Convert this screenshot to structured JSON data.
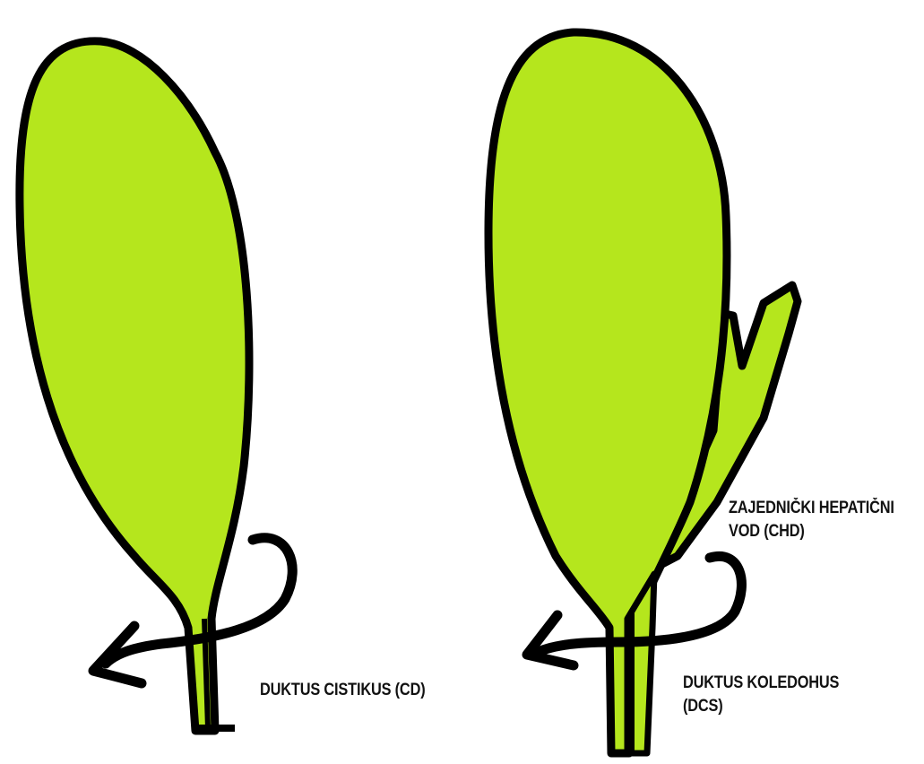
{
  "labels": {
    "cystic_duct": "DUKTUS CISTIKUS (CD)",
    "common_hepatic_duct_line1": "ZAJEDNIČKI HEPATIČNI",
    "common_hepatic_duct_line2": "VOD (CHD)",
    "common_bile_duct_line1": "DUKTUS KOLEDOHUS",
    "common_bile_duct_line2": "(DCS)"
  },
  "colors": {
    "organ_fill": "#b5e61d",
    "outline": "#000000",
    "background": "#ffffff"
  }
}
